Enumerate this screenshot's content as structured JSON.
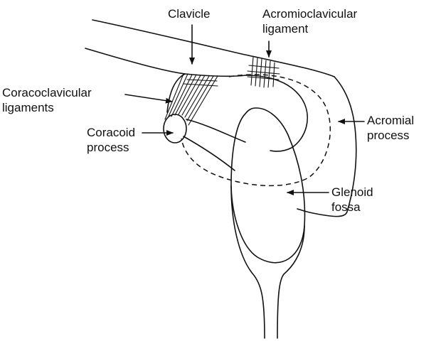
{
  "diagram": {
    "labels": {
      "clavicle": "Clavicle",
      "acromioclavicular_line1": "Acromioclavicular",
      "acromioclavicular_line2": "ligament",
      "coracoclavicular_line1": "Coracoclavicular",
      "coracoclavicular_line2": "ligaments",
      "coracoid_line1": "Coracoid",
      "coracoid_line2": "process",
      "acromial_line1": "Acromial",
      "acromial_line2": "process",
      "glenoid_line1": "Glenoid",
      "glenoid_line2": "fossa"
    }
  }
}
